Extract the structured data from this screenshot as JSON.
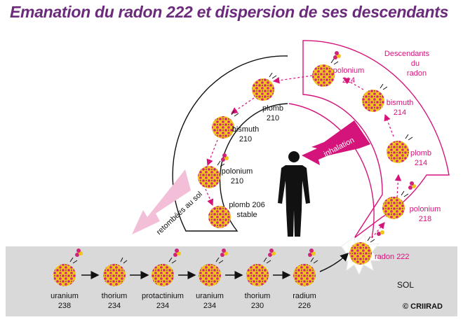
{
  "title": "Emanation du radon 222 et dispersion de ses descendants",
  "ground": {
    "label": "SOL",
    "chain": [
      {
        "name": "uranium",
        "number": "238"
      },
      {
        "name": "thorium",
        "number": "234"
      },
      {
        "name": "protactinium",
        "number": "234"
      },
      {
        "name": "uranium",
        "number": "234"
      },
      {
        "name": "thorium",
        "number": "230"
      },
      {
        "name": "radium",
        "number": "226"
      }
    ]
  },
  "radon": {
    "label": "radon 222"
  },
  "descendants_label": [
    "Descendants",
    "du",
    "radon"
  ],
  "descendants": [
    {
      "name": "polonium",
      "number": "218"
    },
    {
      "name": "plomb",
      "number": "214"
    },
    {
      "name": "bismuth",
      "number": "214"
    },
    {
      "name": "polonium",
      "number": "214"
    }
  ],
  "fallout_chain": [
    {
      "name": "plomb",
      "number": "210"
    },
    {
      "name": "bismuth",
      "number": "210"
    },
    {
      "name": "polonium",
      "number": "210"
    },
    {
      "name": "plomb 206",
      "number": "stable"
    }
  ],
  "inhalation_label": "inhalation",
  "fallout_label": "retombées au sol",
  "copyright": "© CRIIRAD",
  "colors": {
    "title": "#6b2a7c",
    "magenta": "#d4147a",
    "ground": "#d9d9d9",
    "atom_yellow": "#f2c41a",
    "atom_red": "#d0237a",
    "fallout_arrow": "#f3bfd8"
  }
}
